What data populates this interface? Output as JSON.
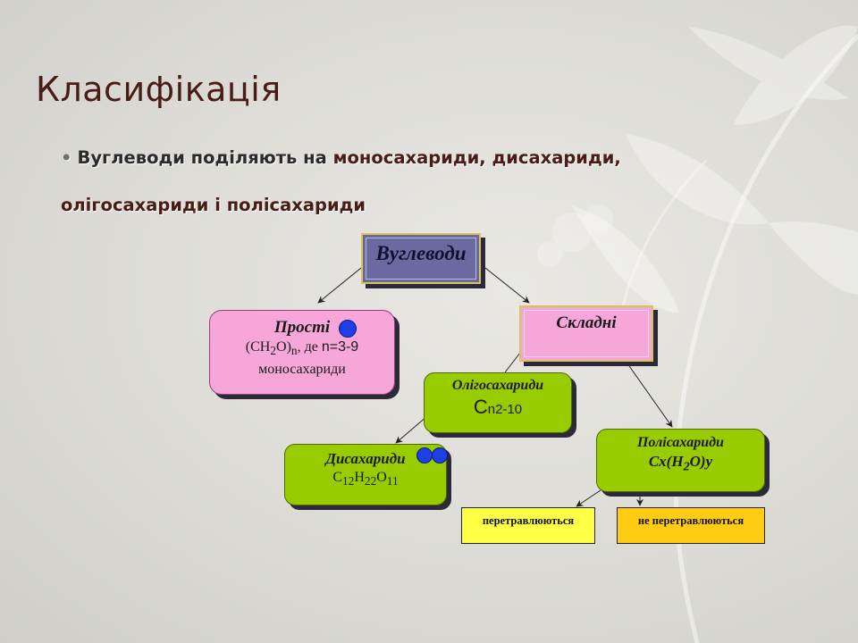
{
  "slide": {
    "title": "Класифікація",
    "bullet": {
      "prefix": "Вуглеводи поділяють на ",
      "highlight": "моносахариди, дисахариди, олігосахариди і полісахариди"
    }
  },
  "diagram": {
    "root": "Вуглеводи",
    "simple": {
      "label": "Прості",
      "formula_paren": "(CH",
      "formula_sub1": "2",
      "formula_mid": "O)",
      "formula_sub2": "n",
      "formula_tail": ", де ",
      "formula_n": "n=3-9",
      "subtitle": "моносахариди"
    },
    "complex": {
      "label": "Складні"
    },
    "oligo": {
      "label": "Олігосахариди",
      "formula_c": "C",
      "formula_rest": "n2-10"
    },
    "di": {
      "label": "Дисахариди",
      "f1": "C",
      "s1": "12",
      "f2": "H",
      "s2": "22",
      "f3": "O",
      "s3": "11"
    },
    "poly": {
      "label": "Полісахариди",
      "f_a": "Cx(H",
      "f_sub": "2",
      "f_b": "O)y"
    },
    "leaves": {
      "digestible": "перетравлюються",
      "indigestible": "не перетравлюються"
    }
  },
  "colors": {
    "root": "#6a6aa0",
    "pink": "#f7a6d9",
    "green": "#99cc00",
    "yellow": "#ffff44",
    "orange": "#ffcc11",
    "marker": "#1f3fe6"
  }
}
